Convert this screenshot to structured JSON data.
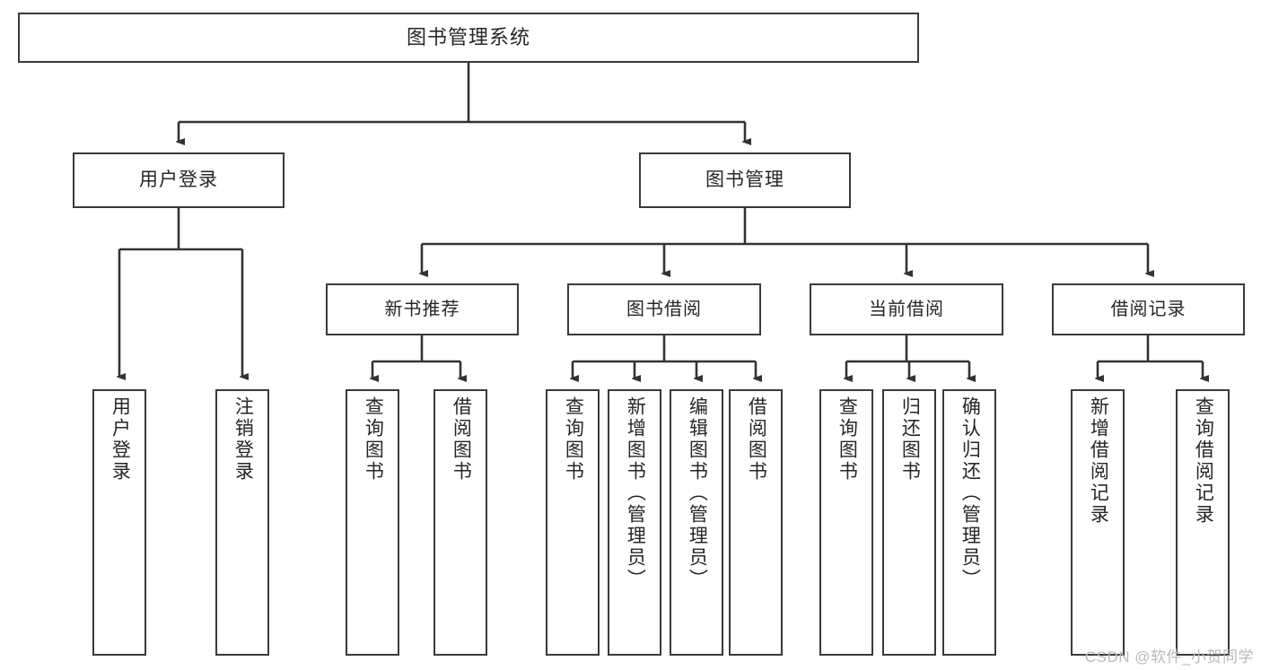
{
  "diagram": {
    "type": "tree",
    "title": "图书管理系统",
    "orientation": "top-down",
    "colors": {
      "background": "#ffffff",
      "box_border": "#3a3a3a",
      "box_fill": "#ffffff",
      "text": "#262626",
      "connector": "#333333",
      "watermark": "#b9b9b9"
    },
    "nodes": {
      "root": {
        "label": "图书管理系统"
      },
      "level1": [
        {
          "label": "用户登录"
        },
        {
          "label": "图书管理"
        }
      ],
      "level2": [
        {
          "label": "新书推荐"
        },
        {
          "label": "图书借阅"
        },
        {
          "label": "当前借阅"
        },
        {
          "label": "借阅记录"
        }
      ],
      "leaves_user_login": [
        {
          "label": "用户登录"
        },
        {
          "label": "注销登录"
        }
      ],
      "leaves_new_book": [
        {
          "label": "查询图书"
        },
        {
          "label": "借阅图书"
        }
      ],
      "leaves_borrow": [
        {
          "label": "查询图书"
        },
        {
          "label": "新增图书（管理员）"
        },
        {
          "label": "编辑图书（管理员）"
        },
        {
          "label": "借阅图书"
        }
      ],
      "leaves_current": [
        {
          "label": "查询图书"
        },
        {
          "label": "归还图书"
        },
        {
          "label": "确认归还（管理员）"
        }
      ],
      "leaves_records": [
        {
          "label": "新增借阅记录"
        },
        {
          "label": "查询借阅记录"
        }
      ]
    },
    "watermark": "CSDN @软件_小贺同学"
  }
}
